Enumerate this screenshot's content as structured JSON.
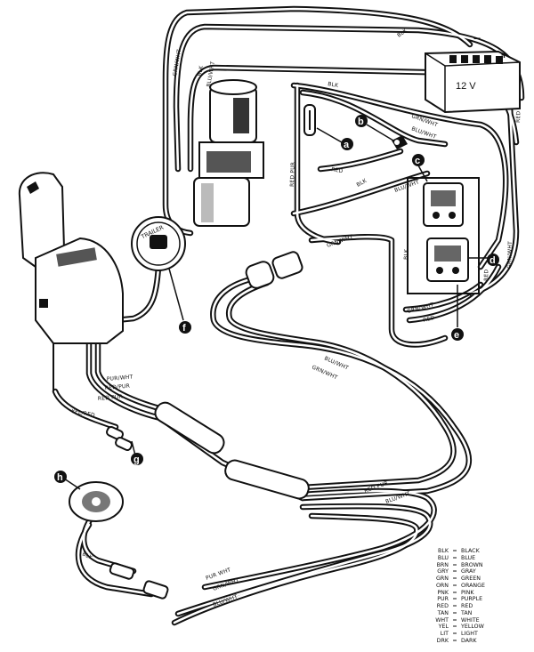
{
  "battery": {
    "label": "12 V",
    "neg": "−",
    "pos": "+"
  },
  "key_switch": {
    "label": "TRAILER"
  },
  "callouts": [
    "a",
    "b",
    "c",
    "d",
    "e",
    "f",
    "g",
    "h"
  ],
  "wire_labels": {
    "blk_top": "BLK",
    "grn_wht_top": "GRN/WHT",
    "blk_motor": "BLK",
    "blu_wht_top": "BLU/WHT",
    "blk_mid": "BLK",
    "grn_wht_right": "GRN/WHT",
    "blu_wht_right": "BLU/WHT",
    "red_batt": "RED",
    "red_pur": "RED PUR",
    "red_mid": "RED",
    "blk_center": "BLK",
    "blu_wht_sol": "BLU/WHT",
    "grn_wht_conn": "GRN/WHT",
    "blk_sol": "BLK",
    "grn_wht_sol": "GRN/WHT",
    "red_sol": "RED",
    "grn_wht_low": "GRN/WHT",
    "red_low": "RED",
    "blu_wht_a": "BLU/WHT",
    "grn_wht_a": "GRN/WHT",
    "pur_wht": "PUR/WHT",
    "red_pur_ctrl": "RED/PUR",
    "red_pur_b": "RED PUR",
    "yel_red": "YEL/RED",
    "red_pur_c": "RED PUR",
    "blu_wht_c": "BLU/WHT",
    "blk_h": "BLK",
    "pur_wht_b": "PUR WHT",
    "grn_wht_b": "GRN/WHT",
    "blu_wht_b": "BLU/WHT"
  },
  "legend": [
    {
      "abbr": "BLK",
      "name": "BLACK"
    },
    {
      "abbr": "BLU",
      "name": "BLUE"
    },
    {
      "abbr": "BRN",
      "name": "BROWN"
    },
    {
      "abbr": "GRY",
      "name": "GRAY"
    },
    {
      "abbr": "GRN",
      "name": "GREEN"
    },
    {
      "abbr": "ORN",
      "name": "ORANGE"
    },
    {
      "abbr": "PNK",
      "name": "PINK"
    },
    {
      "abbr": "PUR",
      "name": "PURPLE"
    },
    {
      "abbr": "RED",
      "name": "RED"
    },
    {
      "abbr": "TAN",
      "name": "TAN"
    },
    {
      "abbr": "WHT",
      "name": "WHITE"
    },
    {
      "abbr": "YEL",
      "name": "YELLOW"
    },
    {
      "abbr": "LIT",
      "name": "LIGHT"
    },
    {
      "abbr": "DRK",
      "name": "DARK"
    }
  ],
  "legend_eq": "="
}
